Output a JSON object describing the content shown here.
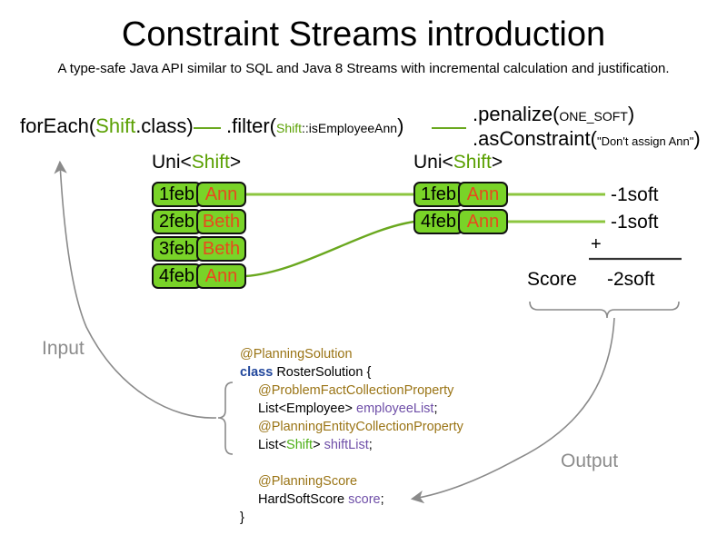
{
  "header": {
    "title": "Constraint Streams introduction",
    "subtitle": "A type-safe Java API similar to SQL and Java 8 Streams with incremental calculation and justification."
  },
  "colors": {
    "card_fill": "#79d328",
    "card_border": "#111111",
    "card_date_text": "#000000",
    "card_name_text": "#e8491d",
    "stream_line": "#8cc63f",
    "type_green": "#5aa002",
    "annotation_gold": "#9a7415",
    "keyword_blue": "#22479c",
    "variable_purple": "#6f4fa8",
    "io_gray": "#8c8c8c"
  },
  "stream_expression": {
    "for_each": {
      "call": "forEach(",
      "type": "Shift",
      "rest": ".class)"
    },
    "filter": {
      "call": ".filter(",
      "arg_type": "Shift",
      "arg_rest": "::isEmployeeAnn",
      "close": ")"
    },
    "penalize": {
      "call": ".penalize(",
      "arg": "ONE_SOFT",
      "close": ")"
    },
    "as_constraint": {
      "call": ".asConstraint(",
      "arg": "\"Don't assign Ann\"",
      "close": ")"
    }
  },
  "uni_labels": {
    "left": {
      "prefix": "Uni<",
      "type": "Shift",
      "suffix": ">"
    },
    "right": {
      "prefix": "Uni<",
      "type": "Shift",
      "suffix": ">"
    }
  },
  "input_shifts": [
    {
      "date": "1feb",
      "employee": "Ann"
    },
    {
      "date": "2feb",
      "employee": "Beth"
    },
    {
      "date": "3feb",
      "employee": "Beth"
    },
    {
      "date": "4feb",
      "employee": "Ann"
    }
  ],
  "filtered_shifts": [
    {
      "date": "1feb",
      "employee": "Ann"
    },
    {
      "date": "4feb",
      "employee": "Ann"
    }
  ],
  "penalties": [
    {
      "value": "-1soft"
    },
    {
      "value": "-1soft"
    }
  ],
  "score_summary": {
    "operator": "+",
    "label": "Score",
    "total": "-2soft"
  },
  "code": {
    "lines": [
      {
        "indent": 0,
        "parts": [
          {
            "t": "@PlanningSolution",
            "c": "ann"
          }
        ]
      },
      {
        "indent": 0,
        "parts": [
          {
            "t": "class",
            "c": "kw"
          },
          {
            "t": " RosterSolution {",
            "c": ""
          }
        ]
      },
      {
        "indent": 1,
        "parts": [
          {
            "t": "@ProblemFactCollectionProperty",
            "c": "ann"
          }
        ]
      },
      {
        "indent": 1,
        "parts": [
          {
            "t": "List<Employee> ",
            "c": ""
          },
          {
            "t": "employeeList",
            "c": "var"
          },
          {
            "t": ";",
            "c": ""
          }
        ]
      },
      {
        "indent": 1,
        "parts": [
          {
            "t": "@PlanningEntityCollectionProperty",
            "c": "ann"
          }
        ]
      },
      {
        "indent": 1,
        "parts": [
          {
            "t": "List<",
            "c": ""
          },
          {
            "t": "Shift",
            "c": "gr"
          },
          {
            "t": "> ",
            "c": ""
          },
          {
            "t": "shiftList",
            "c": "var"
          },
          {
            "t": ";",
            "c": ""
          }
        ]
      },
      {
        "indent": 0,
        "parts": [
          {
            "t": " ",
            "c": ""
          }
        ]
      },
      {
        "indent": 1,
        "parts": [
          {
            "t": "@PlanningScore",
            "c": "ann"
          }
        ]
      },
      {
        "indent": 1,
        "parts": [
          {
            "t": "HardSoftScore ",
            "c": ""
          },
          {
            "t": "score",
            "c": "var"
          },
          {
            "t": ";",
            "c": ""
          }
        ]
      },
      {
        "indent": 0,
        "parts": [
          {
            "t": "}",
            "c": ""
          }
        ]
      }
    ]
  },
  "io": {
    "input_label": "Input",
    "output_label": "Output"
  }
}
